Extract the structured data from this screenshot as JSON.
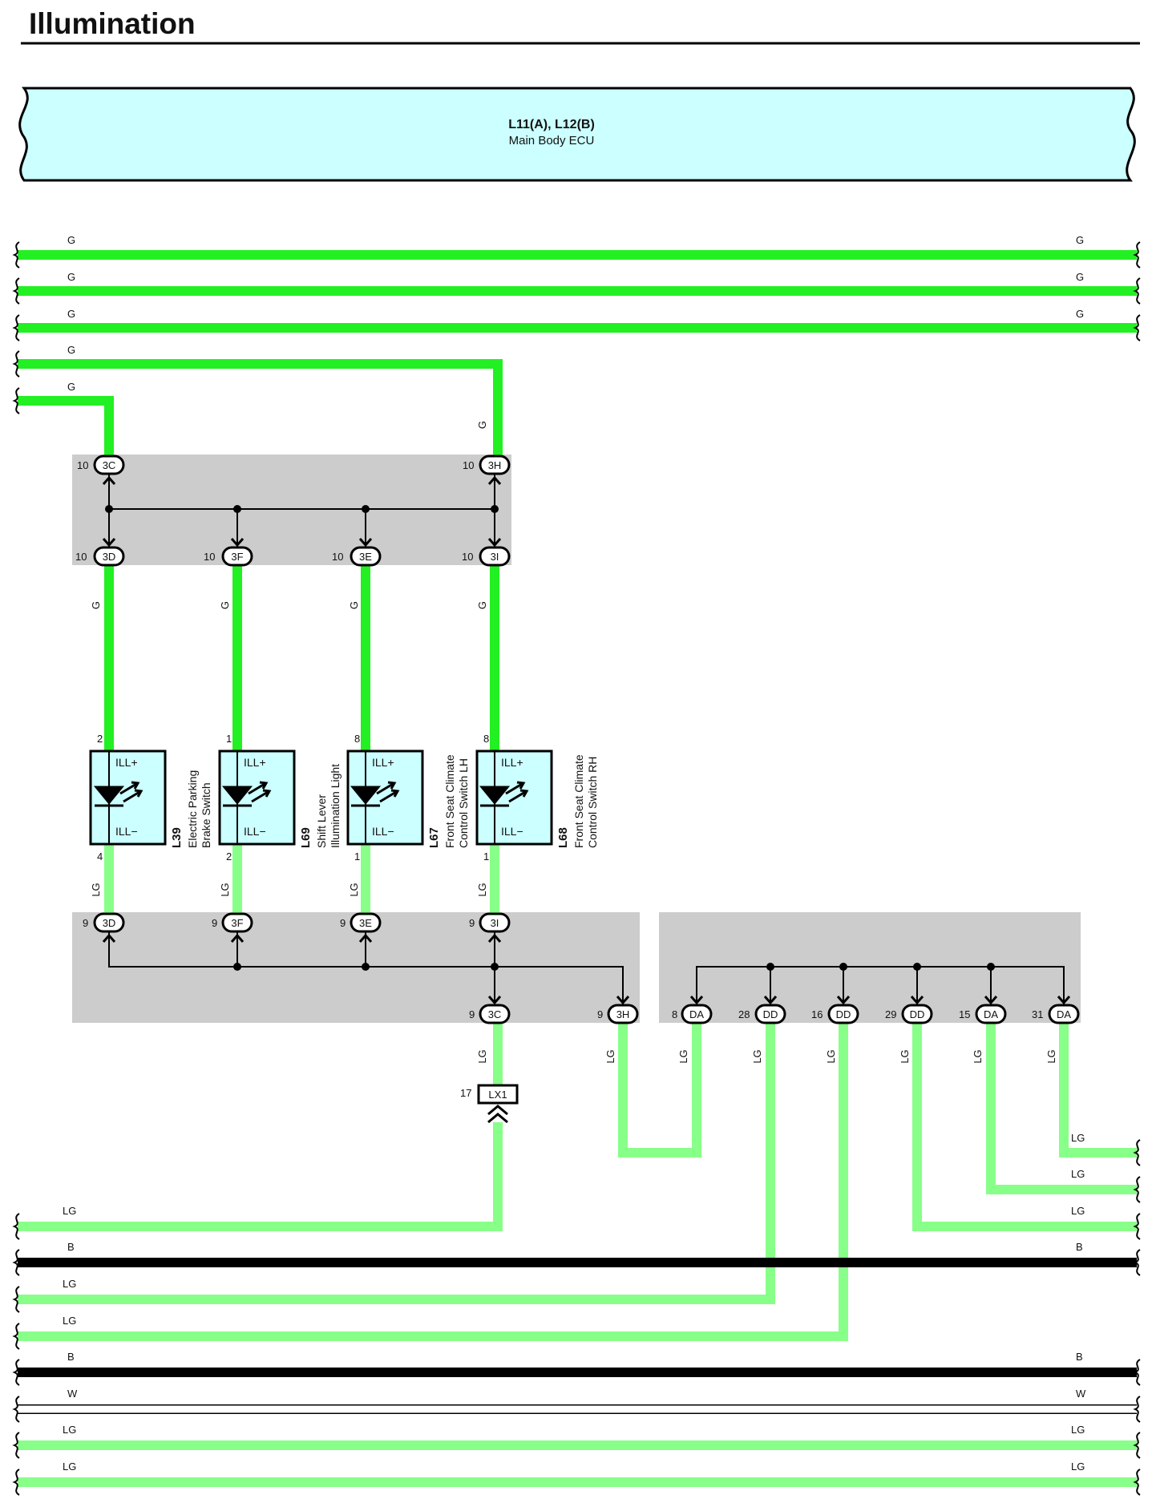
{
  "title": "Illumination",
  "colors": {
    "wire_G": "#22f022",
    "wire_LG": "#88ff88",
    "wire_B": "#000000",
    "wire_W": "#ffffff",
    "ecu_fill": "#ccffff",
    "junction_fill": "#cccccc"
  },
  "ecu": {
    "code": "L11(A), L12(B)",
    "name": "Main Body ECU"
  },
  "bus_top": [
    "G",
    "G",
    "G",
    "G",
    "G"
  ],
  "bus_bottom_left": [
    "LG",
    "B",
    "LG",
    "LG",
    "B",
    "W",
    "LG",
    "LG"
  ],
  "bus_right": [
    "G",
    "G",
    "G",
    "LG",
    "LG",
    "LG",
    "B",
    "B",
    "W",
    "LG",
    "LG"
  ],
  "wire_labels": {
    "g_feed": "G",
    "g_branch": [
      "G",
      "G",
      "G",
      "G"
    ],
    "lg_branch": [
      "LG",
      "LG",
      "LG",
      "LG"
    ],
    "lg_lower": [
      "LG",
      "LG",
      "LG",
      "LG",
      "LG",
      "LG",
      "LG",
      "LG"
    ]
  },
  "junction_top": {
    "inputs": [
      {
        "pin": "10",
        "code": "3C"
      },
      {
        "pin": "10",
        "code": "3H"
      }
    ],
    "outputs": [
      {
        "pin": "10",
        "code": "3D"
      },
      {
        "pin": "10",
        "code": "3F"
      },
      {
        "pin": "10",
        "code": "3E"
      },
      {
        "pin": "10",
        "code": "3I"
      }
    ]
  },
  "junction_mid": {
    "inputs": [
      {
        "pin": "9",
        "code": "3D"
      },
      {
        "pin": "9",
        "code": "3F"
      },
      {
        "pin": "9",
        "code": "3E"
      },
      {
        "pin": "9",
        "code": "3I"
      }
    ],
    "outputs": [
      {
        "pin": "9",
        "code": "3C"
      },
      {
        "pin": "9",
        "code": "3H"
      }
    ]
  },
  "junction_right": {
    "outputs": [
      {
        "pin": "8",
        "code": "DA"
      },
      {
        "pin": "28",
        "code": "DD"
      },
      {
        "pin": "16",
        "code": "DD"
      },
      {
        "pin": "29",
        "code": "DD"
      },
      {
        "pin": "15",
        "code": "DA"
      },
      {
        "pin": "31",
        "code": "DA"
      }
    ]
  },
  "components": [
    {
      "code": "L39",
      "name1": "Electric Parking",
      "name2": "Brake Switch",
      "pin_top": "2",
      "pin_bottom": "4",
      "ill_plus": "ILL+",
      "ill_minus": "ILL−"
    },
    {
      "code": "L69",
      "name1": "Shift Lever",
      "name2": "Illumination Light",
      "pin_top": "1",
      "pin_bottom": "2",
      "ill_plus": "ILL+",
      "ill_minus": "ILL−"
    },
    {
      "code": "L67",
      "name1": "Front Seat Climate",
      "name2": "Control Switch LH",
      "pin_top": "8",
      "pin_bottom": "1",
      "ill_plus": "ILL+",
      "ill_minus": "ILL−"
    },
    {
      "code": "L68",
      "name1": "Front Seat Climate",
      "name2": "Control Switch RH",
      "pin_top": "8",
      "pin_bottom": "1",
      "ill_plus": "ILL+",
      "ill_minus": "ILL−"
    }
  ],
  "connector_lx1": {
    "pin": "17",
    "code": "LX1"
  }
}
